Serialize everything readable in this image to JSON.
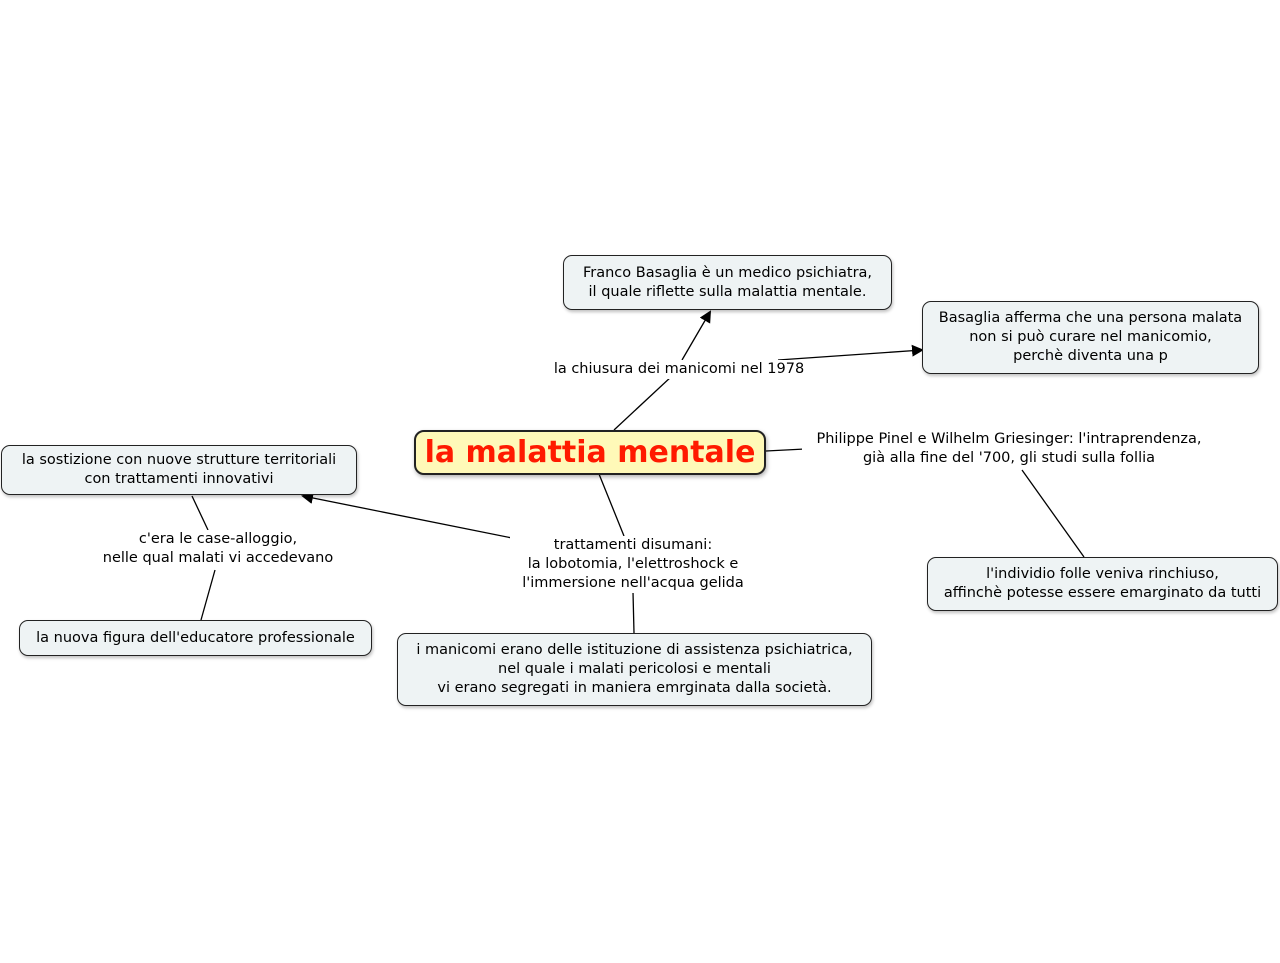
{
  "central": "la malattia mentale",
  "nodes": {
    "basaglia_medico": "Franco Basaglia è un medico psichiatra,\n il quale riflette sulla malattia mentale.",
    "basaglia_afferma": "Basaglia afferma che una persona malata\n non si può curare nel manicomio,\n perchè  diventa una p",
    "sostituzione": "la sostizione  con nuove strutture territoriali\ncon trattamenti innovativi",
    "educatore": "la nuova figura dell'educatore professionale",
    "manicomi": "i manicomi erano delle istituzione di assistenza psichiatrica,\n nel quale i malati pericolosi e mentali\n vi erano segregati in maniera emrginata dalla società.",
    "individuo": "l'individio folle veniva rinchiuso,\naffinchè potesse essere emarginato da tutti"
  },
  "labels": {
    "chiusura": "la chiusura dei manicomi nel 1978",
    "pinel": "Philippe Pinel e Wilhelm Griesinger: l'intraprendenza,\ngià alla fine del '700, gli studi sulla follia",
    "trattamenti": "trattamenti disumani:\nla lobotomia, l'elettroshock e\nl'immersione nell'acqua gelida",
    "case_alloggio": "c'era le case-alloggio,\nnelle qual malati vi accedevano"
  },
  "colors": {
    "central_fill": "#fff9b8",
    "central_text": "#ff1a00",
    "node_fill": "#eef3f4",
    "line": "#000000"
  }
}
